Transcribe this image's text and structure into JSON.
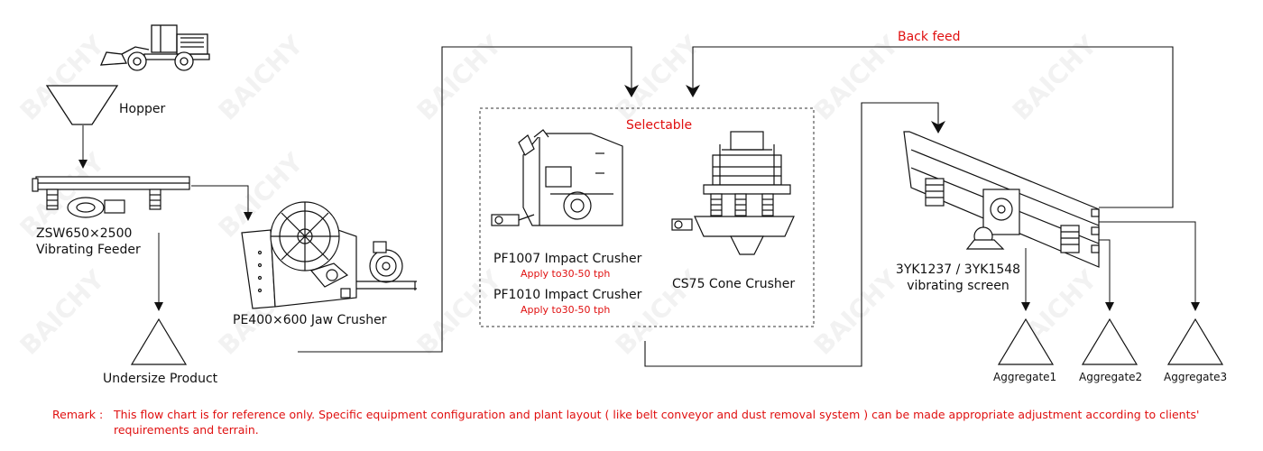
{
  "watermark": "BAICHY",
  "labels": {
    "hopper": "Hopper",
    "feeder_line1": "ZSW650×2500",
    "feeder_line2": "Vibrating Feeder",
    "undersize": "Undersize Product",
    "jaw": "PE400×600 Jaw Crusher",
    "selectable": "Selectable",
    "impact1": "PF1007 Impact Crusher",
    "impact1_cap": "Apply to30-50 tph",
    "impact2": "PF1010 Impact Crusher",
    "impact2_cap": "Apply to30-50 tph",
    "cone": "CS75 Cone Crusher",
    "back_feed": "Back feed",
    "screen_line1": "3YK1237 / 3YK1548",
    "screen_line2": "vibrating screen",
    "agg1": "Aggregate1",
    "agg2": "Aggregate2",
    "agg3": "Aggregate3"
  },
  "remark": {
    "key": "Remark :",
    "line1": "This flow chart is for reference only. Specific equipment configuration and plant layout ( like belt conveyor and dust removal system ) can be made appropriate adjustment according to clients'",
    "line2": "requirements and terrain."
  },
  "colors": {
    "line": "#111111",
    "accent_red": "#e01010"
  }
}
